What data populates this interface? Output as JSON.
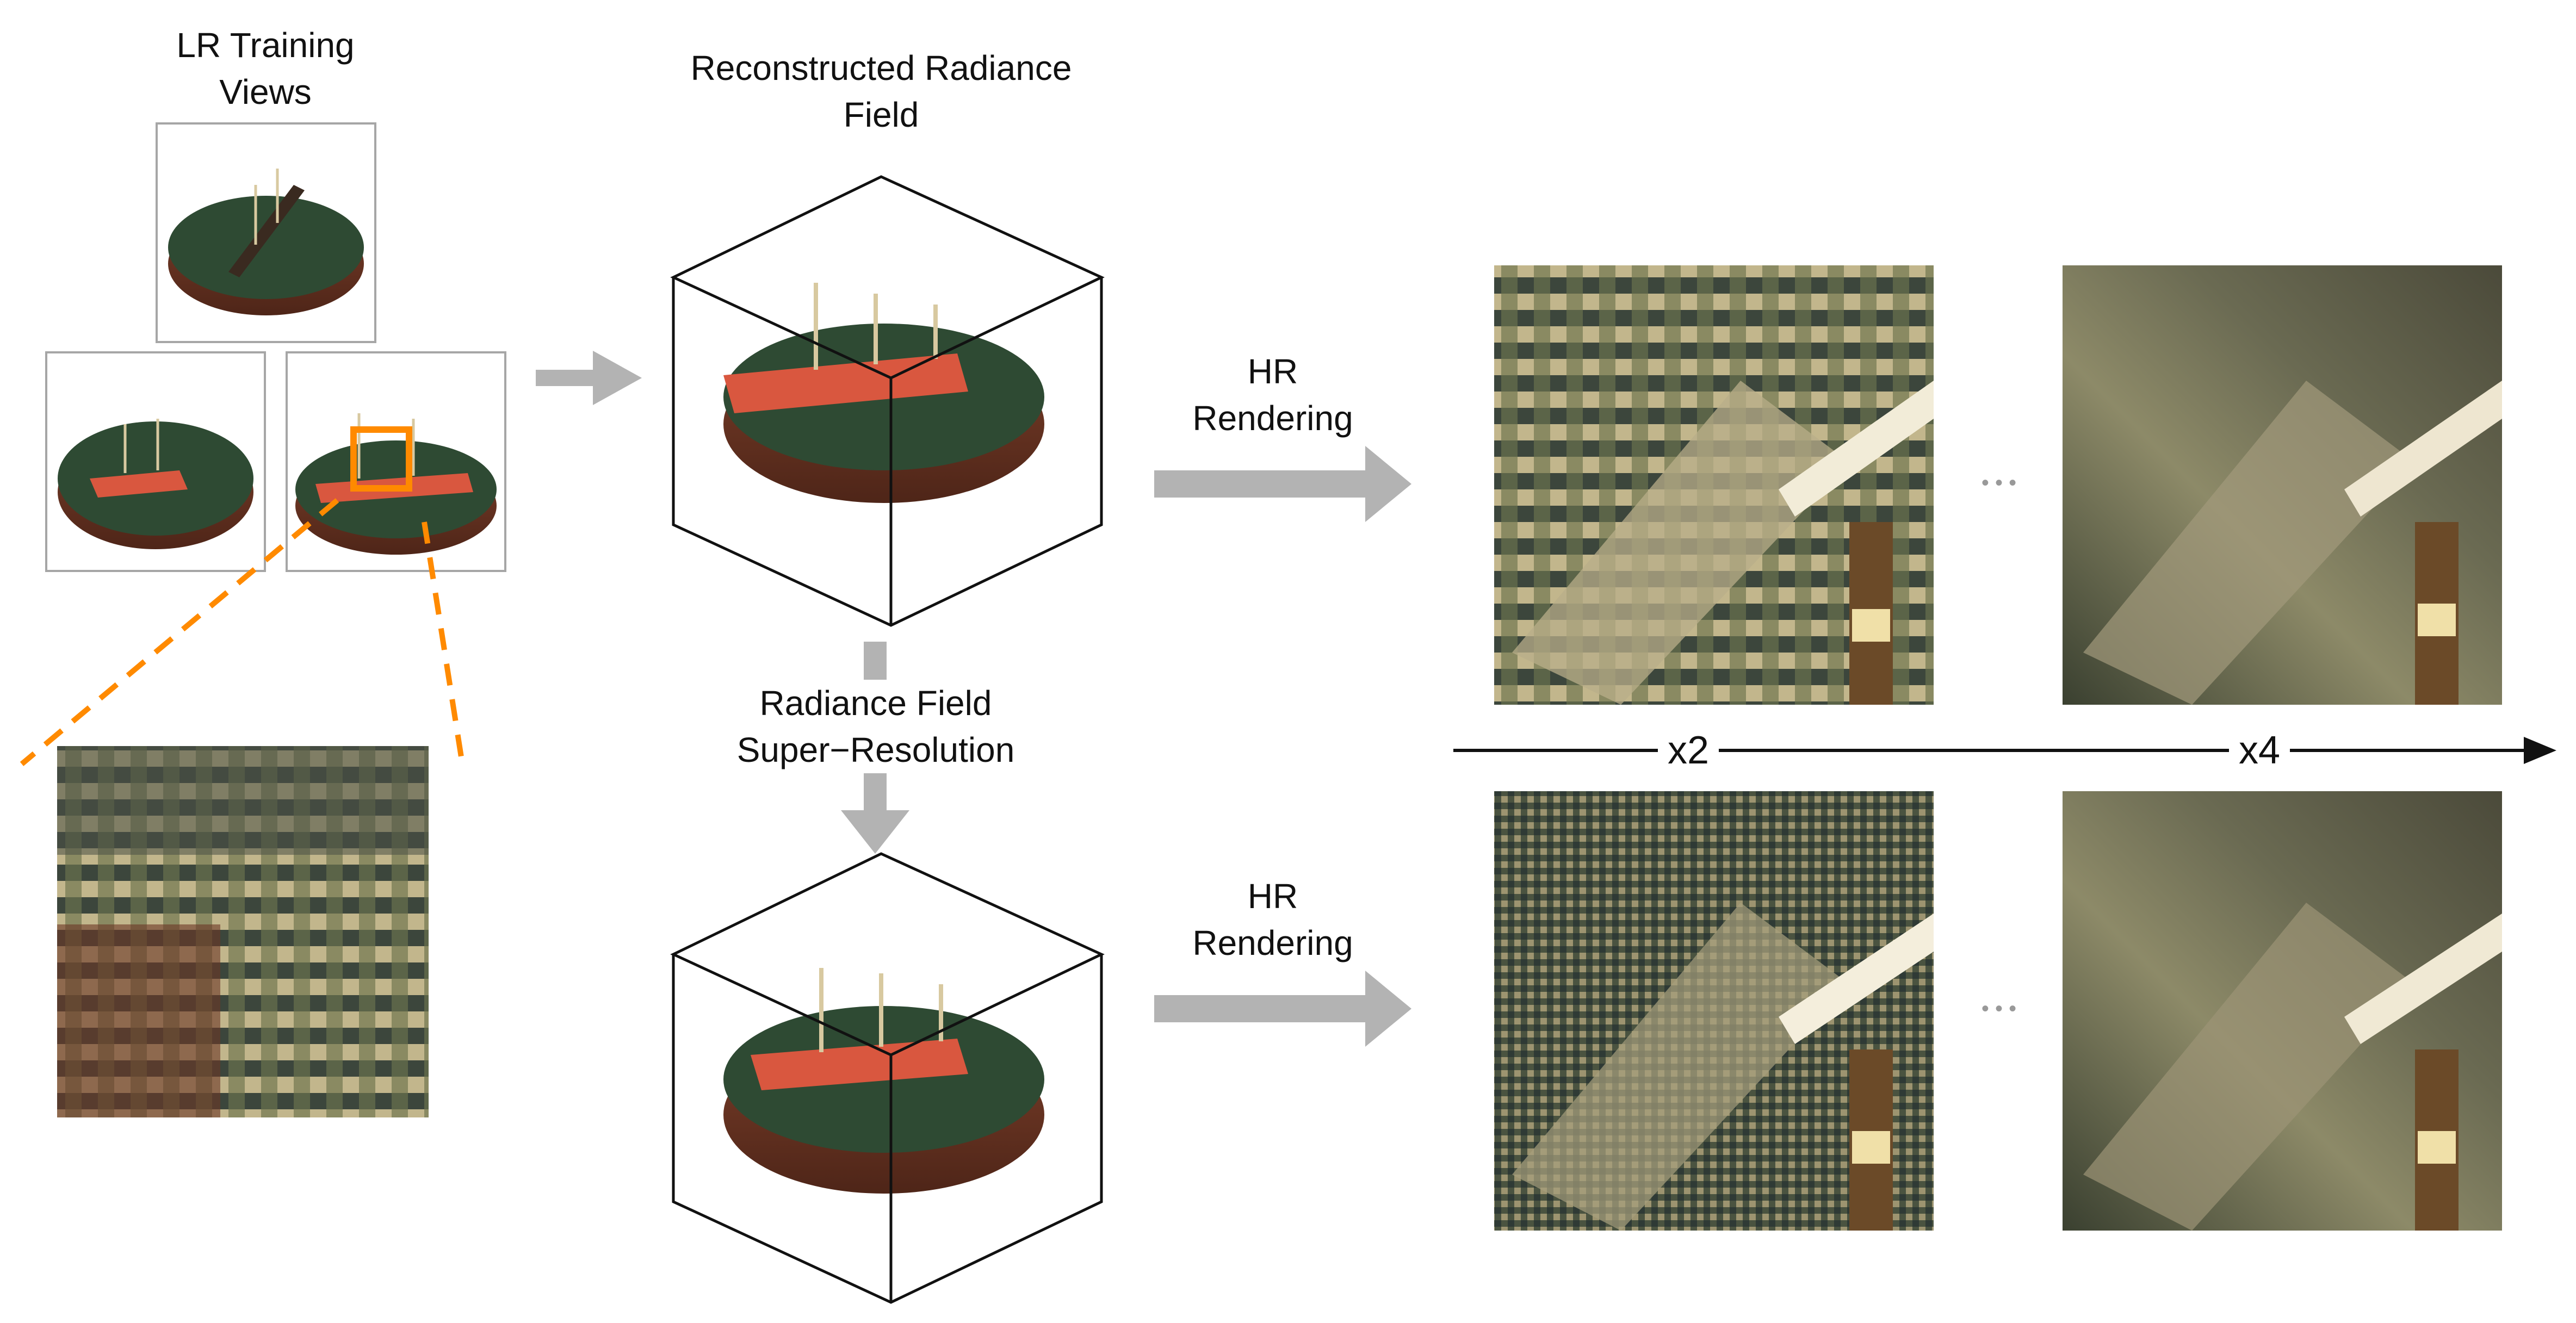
{
  "labels": {
    "lr_training_views": [
      "LR Training",
      "Views"
    ],
    "reconstructed_field": [
      "Reconstructed Radiance",
      "Field"
    ],
    "rf_super_resolution": [
      "Radiance Field",
      "Super−Resolution"
    ],
    "hr_rendering_top": [
      "HR",
      "Rendering"
    ],
    "hr_rendering_bottom": [
      "HR",
      "Rendering"
    ],
    "scale_x2": "x2",
    "scale_x4": "x4",
    "ellipsis": "• • •"
  },
  "colors": {
    "highlight": "#ff8a00",
    "arrow_gray": "#b3b3b3",
    "frame_gray": "#a6a6a6",
    "platform_brown": "#6b3524",
    "water_green": "#2e4a33",
    "ship_red": "#d9573f",
    "patch_tan": "#b8ad8a",
    "patch_dark": "#3c463c"
  },
  "icons": [
    "ship-scene",
    "cube-wireframe",
    "arrow-right",
    "arrow-down",
    "zoom-patch"
  ]
}
